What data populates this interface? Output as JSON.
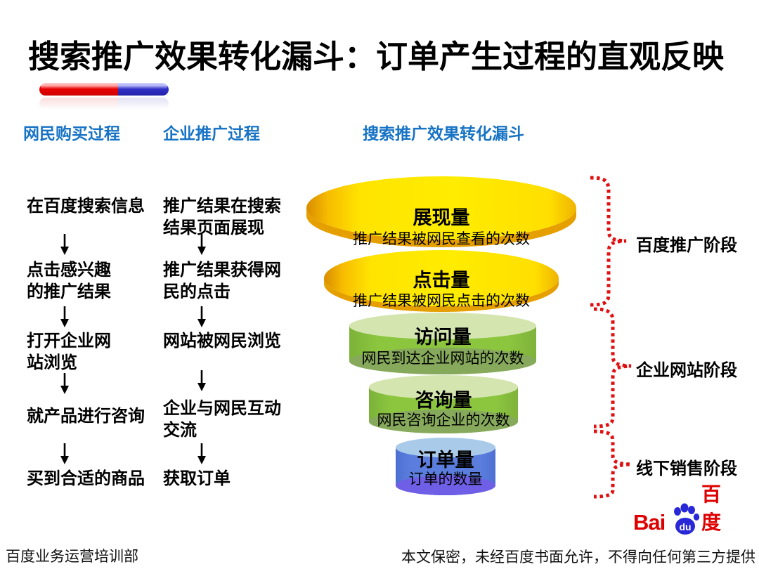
{
  "slide": {
    "title": "搜索推广效果转化漏斗：订单产生过程的直观反映",
    "footer_left": "百度业务运营培训部",
    "footer_right": "本文保密，未经百度书面允许，不得向任何第三方提供"
  },
  "headers": {
    "buyer": "网民购买过程",
    "enterprise": "企业推广过程",
    "funnel": "搜索推广效果转化漏斗"
  },
  "buyer_steps": [
    "在百度搜索信息",
    "点击感兴趣\n的推广结果",
    "打开企业网\n站浏览",
    "就产品进行咨询",
    "买到合适的商品"
  ],
  "enterprise_steps": [
    "推广结果在搜索\n结果页面展现",
    "推广结果获得网\n民的点击",
    "网站被网民浏览",
    "企业与网民互动\n交流",
    "获取订单"
  ],
  "funnel": {
    "layers": [
      {
        "title": "展现量",
        "subtitle": "推广结果被网民查看的次数",
        "color": "#FFE800"
      },
      {
        "title": "点击量",
        "subtitle": "推广结果被网民点击的次数",
        "color": "#FFE800"
      },
      {
        "title": "访问量",
        "subtitle": "网民到达企业网站的次数",
        "color": "#8CC63F"
      },
      {
        "title": "咨询量",
        "subtitle": "网民咨询企业的次数",
        "color": "#8CC63F"
      },
      {
        "title": "订单量",
        "subtitle": "订单的数量",
        "color": "#5B7EDE"
      }
    ]
  },
  "stages": [
    {
      "label": "百度推广阶段"
    },
    {
      "label": "企业网站阶段"
    },
    {
      "label": "线下销售阶段"
    }
  ],
  "logo": {
    "bai": "Bai",
    "du": "du",
    "cn": "百度"
  },
  "colors": {
    "header_blue": "#1773C5",
    "accent_red": "#DD0000",
    "accent_blue": "#2233BB",
    "brace_red": "#E01010",
    "funnel_yellow": "#FFE800",
    "funnel_green": "#8CC63F",
    "funnel_blue": "#5B7EDE",
    "baidu_red": "#DE0000",
    "baidu_blue": "#2828D7"
  }
}
